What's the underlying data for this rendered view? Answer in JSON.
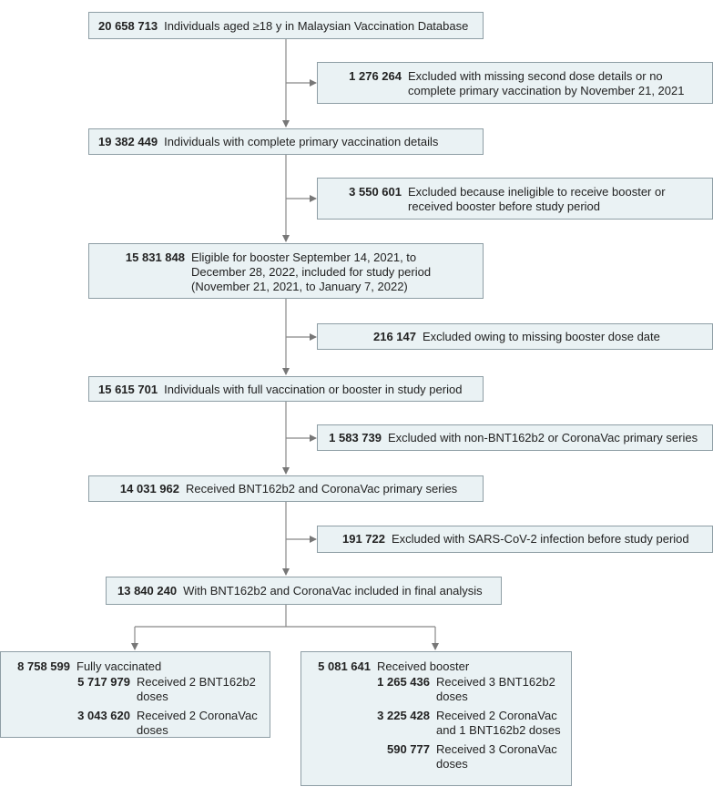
{
  "steps": [
    {
      "count": "20 658 713",
      "text": "Individuals aged ≥18 y in Malaysian Vaccination Database"
    },
    {
      "count": "1 276 264",
      "text": "Excluded with missing second dose details or no complete primary vaccination by November 21, 2021"
    },
    {
      "count": "19 382 449",
      "text": "Individuals with complete primary vaccination details"
    },
    {
      "count": "3 550 601",
      "text": "Excluded because ineligible to receive booster or received booster before study period"
    },
    {
      "count": "15 831 848",
      "text": "Eligible for booster September 14, 2021, to December 28, 2022, included for study period (November 21, 2021, to January 7, 2022)"
    },
    {
      "count": "216 147",
      "text": "Excluded owing to missing booster dose date"
    },
    {
      "count": "15 615 701",
      "text": "Individuals with full vaccination or booster in study period"
    },
    {
      "count": "1 583 739",
      "text": "Excluded with non-BNT162b2 or CoronaVac primary series"
    },
    {
      "count": "14 031 962",
      "text": "Received BNT162b2 and CoronaVac primary series"
    },
    {
      "count": "191 722",
      "text": "Excluded with SARS-CoV-2 infection before study period"
    },
    {
      "count": "13 840 240",
      "text": "With BNT162b2 and CoronaVac included in final analysis"
    }
  ],
  "groups": {
    "fully_vaccinated": {
      "count": "8 758 599",
      "text": "Fully vaccinated",
      "items": [
        {
          "count": "5 717 979",
          "text": "Received 2 BNT162b2 doses"
        },
        {
          "count": "3 043 620",
          "text": "Received 2 CoronaVac doses"
        }
      ]
    },
    "booster": {
      "count": "5 081 641",
      "text": "Received booster",
      "items": [
        {
          "count": "1 265 436",
          "text": "Received 3 BNT162b2 doses"
        },
        {
          "count": "3 225 428",
          "text": "Received 2 CoronaVac and 1 BNT162b2 doses"
        },
        {
          "count": "590 777",
          "text": "Received 3 CoronaVac doses"
        }
      ]
    }
  }
}
